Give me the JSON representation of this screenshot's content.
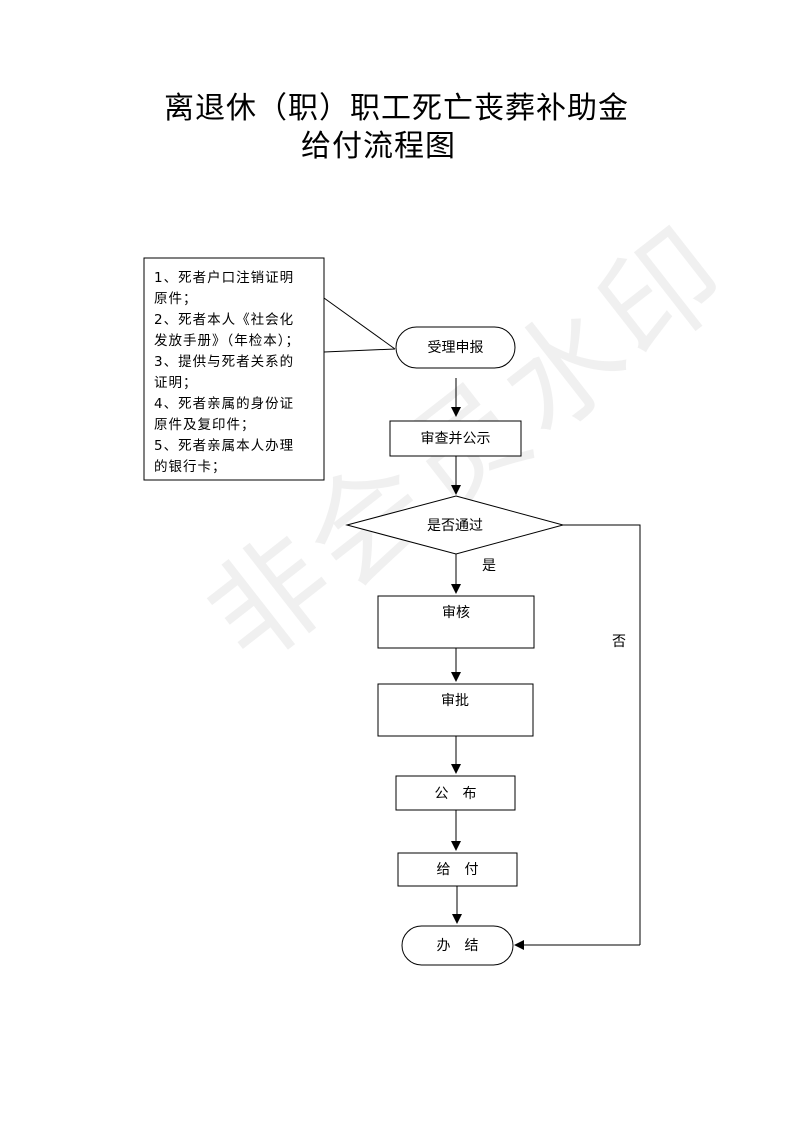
{
  "title": {
    "line1": "离退休（职）职工死亡丧葬补助金",
    "line2": "给付流程图"
  },
  "notes": [
    "1、死者户口注销证明",
    "原件；",
    "2、死者本人《社会化",
    "发放手册》（年检本）；",
    "3、提供与死者关系的",
    "证明；",
    "4、死者亲属的身份证",
    "原件及复印件；",
    "5、死者亲属本人办理",
    "的银行卡；"
  ],
  "nodes": {
    "accept": "受理申报",
    "review": "审查并公示",
    "decision": "是否通过",
    "yes_label": "是",
    "no_label": "否",
    "audit": "审核",
    "approve": "审批",
    "publish": "公　布",
    "pay": "给　付",
    "finish": "办　结"
  },
  "watermark": "非会员水印"
}
